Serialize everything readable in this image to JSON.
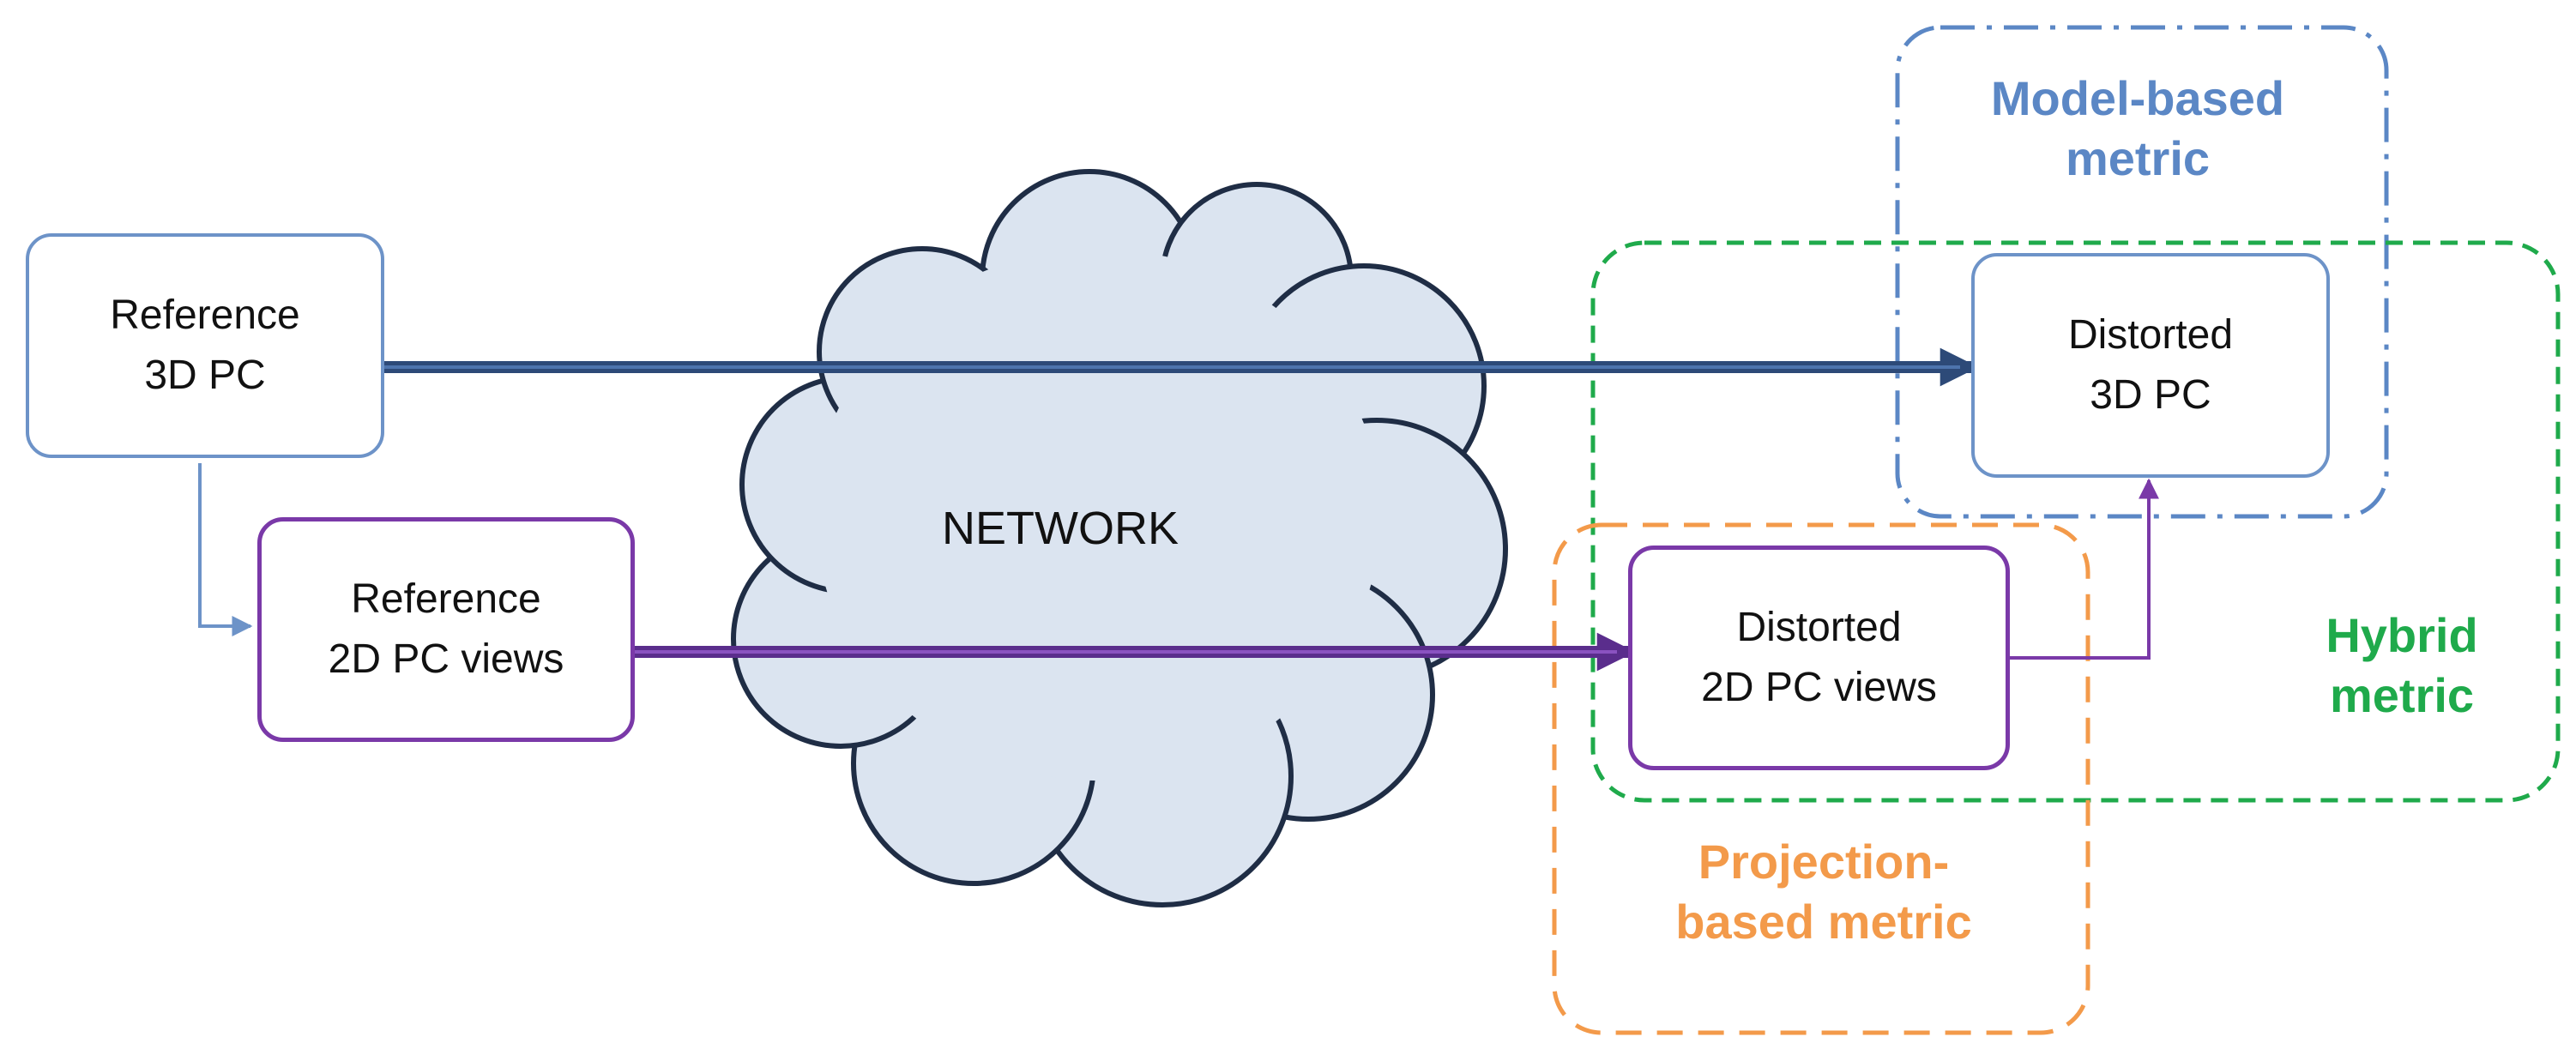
{
  "nodes": {
    "ref_3d": {
      "line1": "Reference",
      "line2": "3D PC"
    },
    "ref_2d": {
      "line1": "Reference",
      "line2": "2D PC views"
    },
    "dist_3d": {
      "line1": "Distorted",
      "line2": "3D PC"
    },
    "dist_2d": {
      "line1": "Distorted",
      "line2": "2D PC views"
    }
  },
  "network": {
    "label": "NETWORK"
  },
  "regions": {
    "model": {
      "line1": "Model-based",
      "line2": "metric",
      "color": "#5b87c5"
    },
    "hybrid": {
      "line1": "Hybrid",
      "line2": "metric",
      "color": "#1faa4b"
    },
    "projection": {
      "line1": "Projection-",
      "line2": "based metric",
      "color": "#f39a4a"
    }
  },
  "colors": {
    "blue_box": "#6d93c8",
    "purple_box": "#7a39a8",
    "dark_arrow": "#2d4a78",
    "purple_arrow": "#5a2d8c",
    "cloud_fill": "#dbe4f0",
    "cloud_stroke": "#1f2d45"
  }
}
